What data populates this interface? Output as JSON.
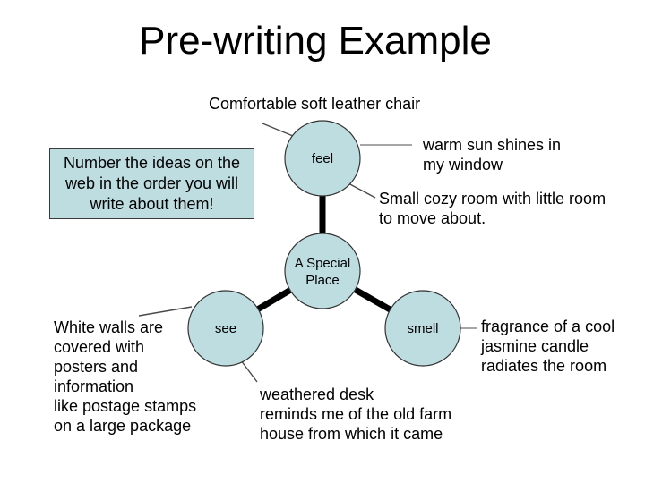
{
  "slide": {
    "title": "Pre-writing Example",
    "background_color": "#ffffff",
    "node_fill_color": "#bedde0",
    "connector_color": "#000000"
  },
  "note_box": {
    "text": "Number the ideas on the\nweb in the order you will\nwrite about them!"
  },
  "web": {
    "center_label": "A Special\nPlace",
    "nodes": {
      "feel": {
        "label": "feel"
      },
      "see": {
        "label": "see"
      },
      "smell": {
        "label": "smell"
      }
    }
  },
  "annotations": {
    "feel_top": "Comfortable soft leather chair",
    "feel_right": "warm sun shines in\nmy window",
    "feel_bottom_right": "Small cozy room with little room\nto move about.",
    "see_left": "White walls are\ncovered with\nposters and\ninformation\nlike postage stamps\non a large package",
    "see_bottom": "weathered desk\nreminds me of the old farm\nhouse from which it came",
    "smell_right": "fragrance of a cool\njasmine candle\nradiates the room"
  }
}
